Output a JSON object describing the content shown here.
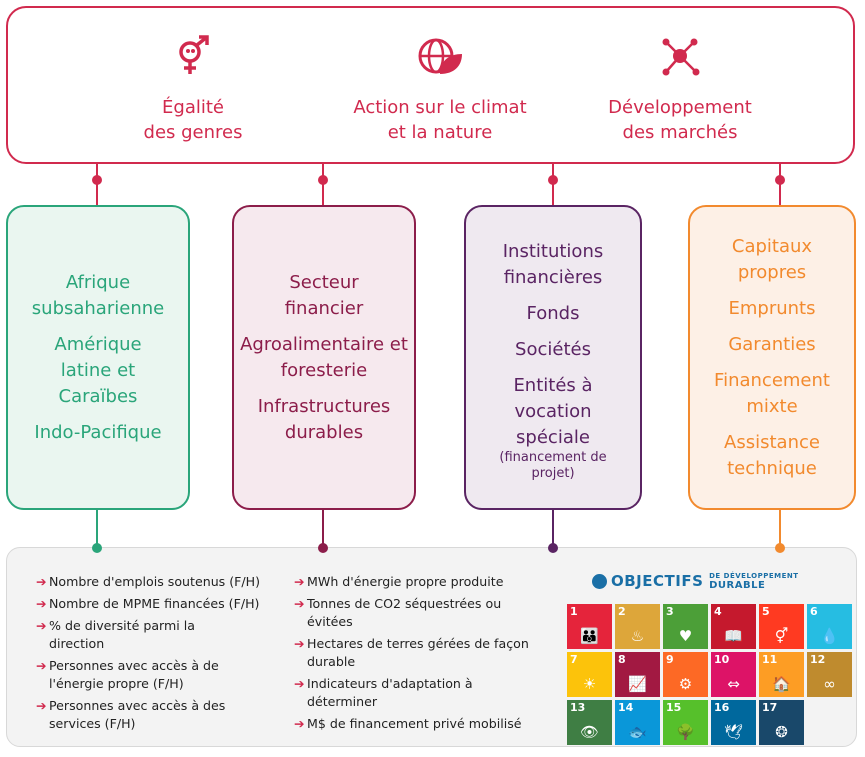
{
  "themes": [
    {
      "icon": "gender-equality-icon",
      "line1": "Égalité",
      "line2": "des genres"
    },
    {
      "icon": "globe-leaf-icon",
      "line1": "Action sur le climat",
      "line2": "et la nature"
    },
    {
      "icon": "network-nodes-icon",
      "line1": "Développement",
      "line2": "des marchés"
    }
  ],
  "columns": {
    "regions": {
      "color": "#2aa57a",
      "bg": "#eaf6f0",
      "items": [
        "Afrique subsaharienne",
        "Amérique latine et Caraïbes",
        "Indo-Pacifique"
      ]
    },
    "sectors": {
      "color": "#8c1d4a",
      "bg": "#f6e9ee",
      "items": [
        "Secteur financier",
        "Agroalimentaire et foresterie",
        "Infrastructures durables"
      ]
    },
    "clients": {
      "color": "#5a2463",
      "bg": "#efe9f0",
      "items": [
        "Institutions financières",
        "Fonds",
        "Sociétés",
        "Entités à vocation spéciale"
      ],
      "note": "(financement de projet)"
    },
    "instruments": {
      "color": "#f28a2e",
      "bg": "#fdf0e6",
      "items": [
        "Capitaux propres",
        "Emprunts",
        "Garanties",
        "Financement mixte",
        "Assistance technique"
      ]
    }
  },
  "indicators_left": [
    "Nombre d'emplois soutenus (F/H)",
    "Nombre de MPME financées (F/H)",
    "% de diversité parmi la direction",
    "Personnes avec accès à de l'énergie propre (F/H)",
    "Personnes avec accès à des services (F/H)"
  ],
  "indicators_right": [
    "MWh d'énergie propre produite",
    "Tonnes de CO2 séquestrées ou évitées",
    "Hectares de terres gérées de façon durable",
    "Indicateurs d'adaptation à déterminer",
    "M$ de financement privé mobilisé"
  ],
  "sdg": {
    "title_main": "OBJECTIFS",
    "title_super": "DE DÉVELOPPEMENT",
    "title_sub": "DURABLE",
    "goals": [
      {
        "n": "1",
        "color": "#e5243b",
        "glyph": "👪"
      },
      {
        "n": "2",
        "color": "#dda63a",
        "glyph": "♨"
      },
      {
        "n": "3",
        "color": "#4c9f38",
        "glyph": "♥"
      },
      {
        "n": "4",
        "color": "#c5192d",
        "glyph": "📖"
      },
      {
        "n": "5",
        "color": "#ff3a21",
        "glyph": "⚥"
      },
      {
        "n": "6",
        "color": "#26bde2",
        "glyph": "💧"
      },
      {
        "n": "7",
        "color": "#fcc30b",
        "glyph": "☀"
      },
      {
        "n": "8",
        "color": "#a21942",
        "glyph": "📈"
      },
      {
        "n": "9",
        "color": "#fd6925",
        "glyph": "⚙"
      },
      {
        "n": "10",
        "color": "#dd1367",
        "glyph": "⇔"
      },
      {
        "n": "11",
        "color": "#fd9d24",
        "glyph": "🏠"
      },
      {
        "n": "12",
        "color": "#bf8b2e",
        "glyph": "∞"
      },
      {
        "n": "13",
        "color": "#3f7e44",
        "glyph": "👁"
      },
      {
        "n": "14",
        "color": "#0a97d9",
        "glyph": "🐟"
      },
      {
        "n": "15",
        "color": "#56c02b",
        "glyph": "🌳"
      },
      {
        "n": "16",
        "color": "#00689d",
        "glyph": "🕊"
      },
      {
        "n": "17",
        "color": "#19486a",
        "glyph": "❂"
      }
    ]
  }
}
